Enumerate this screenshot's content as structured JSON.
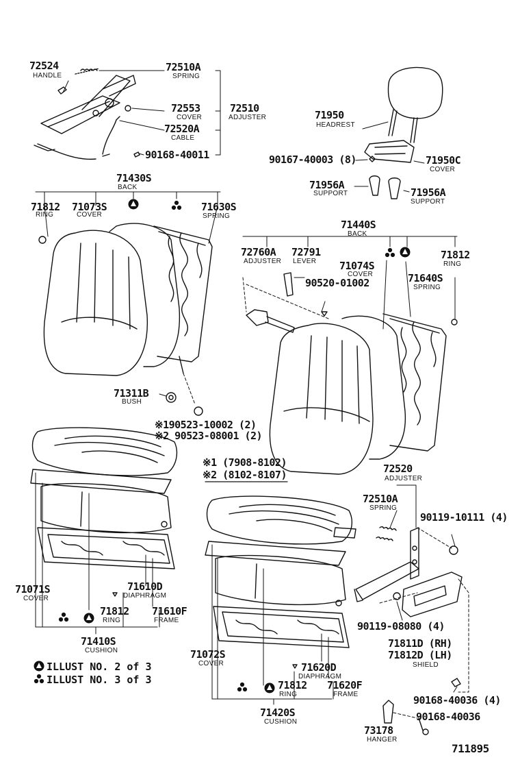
{
  "diagram_number": "711895",
  "labels": {
    "p72524": "72524",
    "n_handle": "HANDLE",
    "p72510A_top": "72510A",
    "n_spring_top": "SPRING",
    "p72553": "72553",
    "n_cover_72553": "COVER",
    "p72510": "72510",
    "n_adjuster_72510": "ADJUSTER",
    "p72520A": "72520A",
    "n_cable": "CABLE",
    "p90168_40011": "90168-40011",
    "p71950": "71950",
    "n_headrest": "HEADREST",
    "p90167": "90167-40003 (8)",
    "p71950C": "71950C",
    "n_cover_71950C": "COVER",
    "p71956A_l": "71956A",
    "n_support_l": "SUPPORT",
    "p71956A_r": "71956A",
    "n_support_r": "SUPPORT",
    "p71430S": "71430S",
    "n_back_l": "BACK",
    "p71812_l": "71812",
    "n_ring_l": "RING",
    "p71073S": "71073S",
    "n_cover_71073S": "COVER",
    "p71630S": "71630S",
    "n_spring_71630S": "SPRING",
    "p71440S": "71440S",
    "n_back_r": "BACK",
    "p72760A": "72760A",
    "n_adjuster_72760A": "ADJUSTER",
    "p72791": "72791",
    "n_lever": "LEVER",
    "p71812_r": "71812",
    "n_ring_r": "RING",
    "p71074S": "71074S",
    "n_cover_71074S": "COVER",
    "p90520": "90520-01002",
    "p71640S": "71640S",
    "n_spring_71640S": "SPRING",
    "p71311B": "71311B",
    "n_bush": "BUSH",
    "p90523_1": "※190523-10002 (2)",
    "p90523_2": "※2 90523-08001 (2)",
    "note1": "※1 (7908-8102)",
    "note2": "※2 (8102-8107)",
    "p72520": "72520",
    "n_adjuster_72520": "ADJUSTER",
    "p72510A_bot": "72510A",
    "n_spring_bot": "SPRING",
    "p90119_10111": "90119-10111 (4)",
    "p71071S": "71071S",
    "n_cover_71071S": "COVER",
    "p71610D": "71610D",
    "n_diaphragm_l": "DIAPHRAGM",
    "p71812_bl": "71812",
    "n_ring_bl": "RING",
    "p71610F": "71610F",
    "n_frame_l": "FRAME",
    "p71410S": "71410S",
    "n_cushion_l": "CUSHION",
    "p90119_08080": "90119-08080 (4)",
    "p71811D": "71811D (RH)",
    "p71812D": "71812D (LH)",
    "n_shield": "SHIELD",
    "p71072S": "71072S",
    "n_cover_71072S": "COVER",
    "p71620D": "71620D",
    "n_diaphragm_r": "DIAPHRAGM",
    "p71812_br": "71812",
    "n_ring_br": "RING",
    "p71620F": "71620F",
    "n_frame_r": "FRAME",
    "p71420S": "71420S",
    "n_cushion_r": "CUSHION",
    "p90168_40036_4": "90168-40036 (4)",
    "p90168_40036": "90168-40036",
    "p73178": "73178",
    "n_hanger": "HANGER"
  },
  "legend": [
    {
      "symbol": "triangle-in-circle",
      "text": "ILLUST  NO. 2 of 3"
    },
    {
      "symbol": "three-dots",
      "text": "ILLUST  NO. 3 of 3"
    }
  ]
}
